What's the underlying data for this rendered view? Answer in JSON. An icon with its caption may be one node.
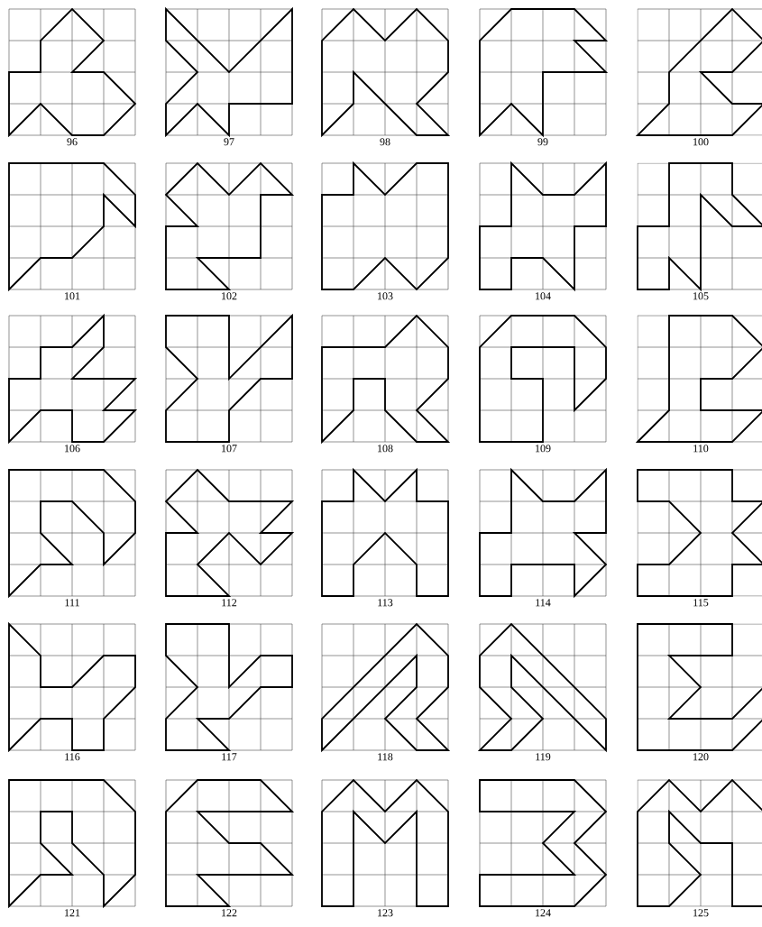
{
  "diagram": {
    "labels": [
      "96",
      "97",
      "98",
      "99",
      "100",
      "101",
      "102",
      "103",
      "104",
      "105",
      "106",
      "107",
      "108",
      "109",
      "110",
      "111",
      "112",
      "113",
      "114",
      "115",
      "116",
      "117",
      "118",
      "119",
      "120",
      "121",
      "122",
      "123",
      "124",
      "125"
    ]
  }
}
